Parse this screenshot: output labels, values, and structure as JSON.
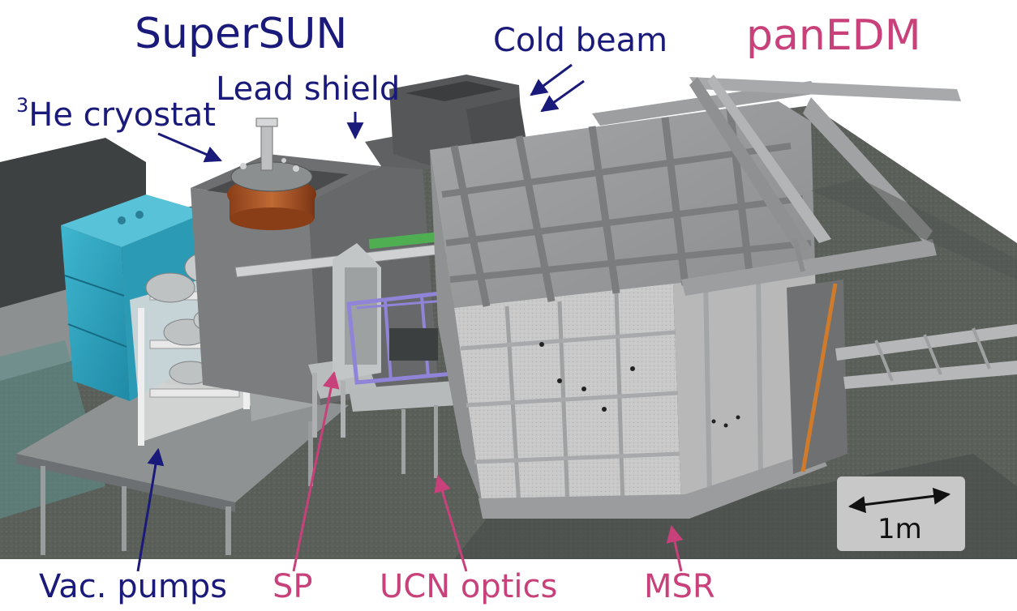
{
  "labels": {
    "supersun": "SuperSUN",
    "panedm": "panEDM",
    "cold_beam": "Cold beam",
    "lead_shield": "Lead shield",
    "cryostat_sup": "3",
    "cryostat": "He cryostat",
    "vac_pumps": "Vac. pumps",
    "sp": "SP",
    "ucn_optics": "UCN optics",
    "msr": "MSR",
    "scale": "1m"
  },
  "colors": {
    "supersun_labels": "#1a1a7a",
    "panedm_labels": "#c8417a",
    "floor": "#555a55",
    "msr_panel": "#c8c8c8"
  }
}
